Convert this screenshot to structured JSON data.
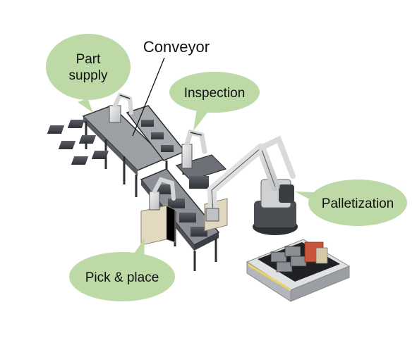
{
  "labels": {
    "part_supply_line1": "Part",
    "part_supply_line2": "supply",
    "conveyor": "Conveyor",
    "inspection": "Inspection",
    "palletization": "Palletization",
    "pick_place": "Pick & place"
  },
  "colors": {
    "bubble_fill": "#bcd9a6",
    "machine_dark": "#3a3d42",
    "machine_mid": "#7f848b",
    "machine_light": "#d9dadc",
    "pallet_yellow": "#e8d36a",
    "box_red": "#c9553a"
  }
}
